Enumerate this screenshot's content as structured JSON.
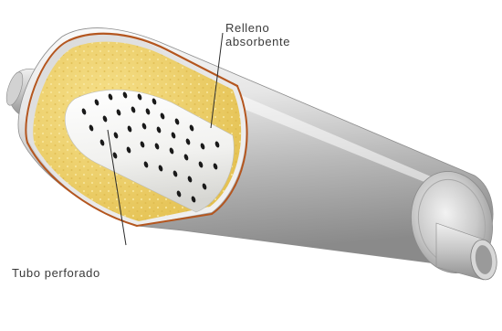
{
  "labels": {
    "absorbent_fill": {
      "line1": "Relleno",
      "line2": "absorbente"
    },
    "perforated_tube": "Tubo perforado"
  },
  "colors": {
    "background": "#ffffff",
    "shell_light": "#f3f3f3",
    "shell_mid": "#c8c8c8",
    "shell_dark": "#8e8e8e",
    "cut_edge": "#b4561f",
    "absorbent_fill": "#efd06a",
    "perforated_tube": "#f7f7f5",
    "hole": "#1a1a1a",
    "leader_line": "#2a2a2a",
    "label_text": "#3a3a3a"
  }
}
